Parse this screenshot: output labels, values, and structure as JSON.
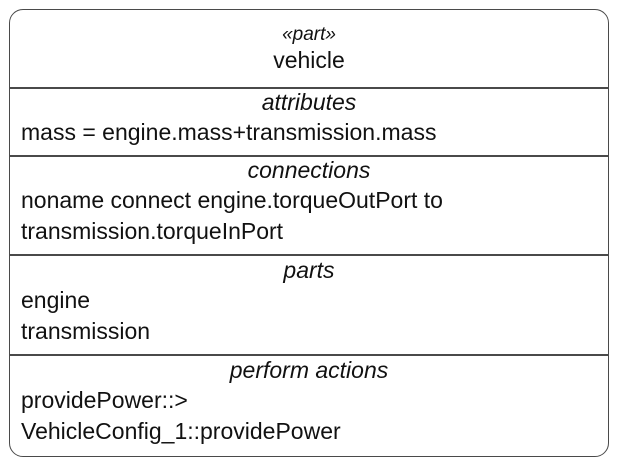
{
  "block": {
    "stereotype": "«part»",
    "name": "vehicle",
    "compartments": [
      {
        "title": "attributes",
        "lines": [
          "mass = engine.mass+transmission.mass"
        ]
      },
      {
        "title": "connections",
        "lines": [
          "noname connect engine.torqueOutPort to",
          "transmission.torqueInPort"
        ]
      },
      {
        "title": "parts",
        "lines": [
          "engine",
          "transmission"
        ]
      },
      {
        "title": "perform actions",
        "lines": [
          "providePower::>",
          "VehicleConfig_1::providePower"
        ]
      }
    ]
  }
}
